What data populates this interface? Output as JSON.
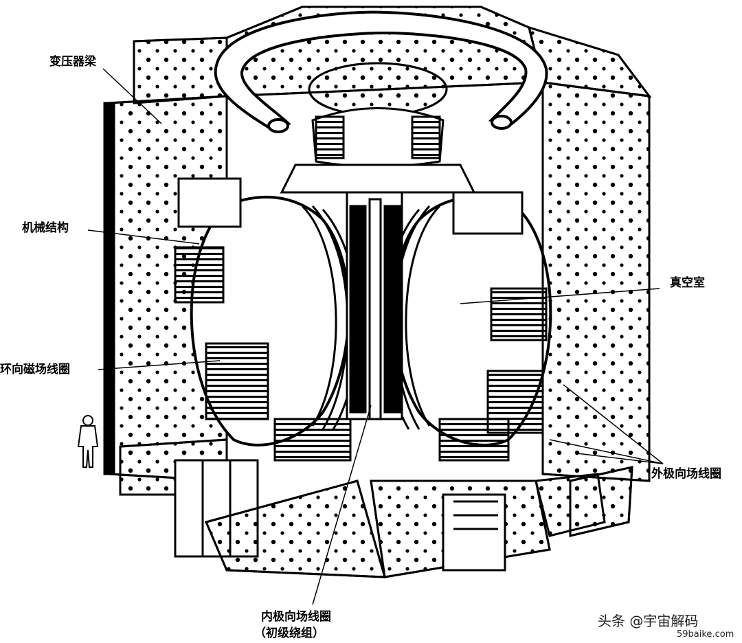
{
  "labels": {
    "transformer_beam": "变压器梁",
    "mechanical_structure": "机械结构",
    "toroidal_field_coil": "环向磁场线圈",
    "vacuum_chamber": "真空室",
    "outer_poloidal_field_coil": "外极向场线圈",
    "inner_poloidal_field_coil_line1": "内极向场线圈",
    "inner_poloidal_field_coil_line2": "（初级绕组）"
  },
  "watermark": {
    "line1": "头条 @宇宙解码",
    "line2": "59baike.com"
  },
  "colors": {
    "ink": "#000000",
    "paper": "#ffffff"
  }
}
